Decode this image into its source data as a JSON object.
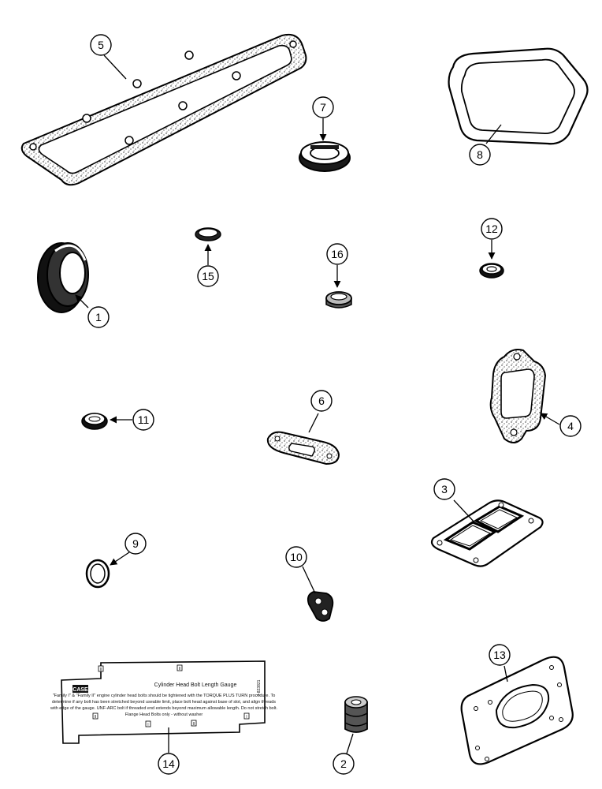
{
  "callouts": {
    "c1": "1",
    "c2": "2",
    "c3": "3",
    "c4": "4",
    "c5": "5",
    "c6": "6",
    "c7": "7",
    "c8": "8",
    "c9": "9",
    "c10": "10",
    "c11": "11",
    "c12": "12",
    "c13": "13",
    "c14": "14",
    "c15": "15",
    "c16": "16"
  },
  "gauge": {
    "brand": "CASE",
    "title": "Cylinder Head Bolt Length Gauge",
    "line1": "\"Family I\" & \"Family II\" engine cylinder head bolts should be tightened with the TORQUE PLUS TURN procedure. To",
    "line2": "determine if any bolt has been stretched beyond useable limit, place bolt head against base of slot, and align threads",
    "line3": "with edge of the gauge. UNF-ARC bolt if threaded end extends beyond maximum allowable length. Do not stretch bolt.",
    "line4": "Flange Head Bolts only - without washer",
    "part_no": "J-823821",
    "slot_labels": [
      "II",
      "II",
      "I",
      "II",
      "II",
      "I"
    ]
  }
}
